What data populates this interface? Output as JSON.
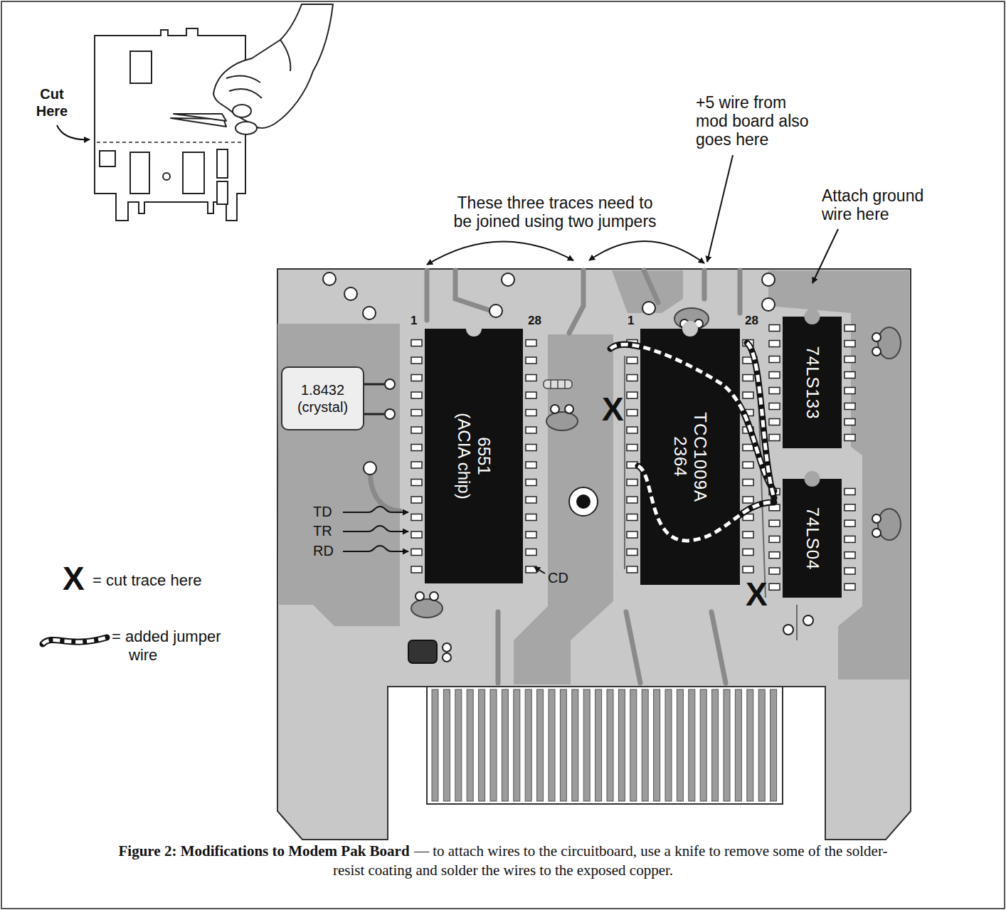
{
  "diagram": {
    "title": "Figure 2: Modifications to Modem Pak Board",
    "caption": "— to attach wires to the circuitboard, use a knife to remove some of the solder-resist coating and solder the wires to the exposed copper.",
    "nodes": [
      {
        "text": [
          "1.8432 (crystal)"
        ]
      },
      {
        "text": [
          "6551 (ACIA chip)"
        ]
      },
      {
        "text": [
          "TCC1009A 2364"
        ]
      },
      {
        "text": [
          "74LS133"
        ]
      },
      {
        "text": [
          "74LS04"
        ]
      }
    ],
    "labels": [
      "Cut Here",
      "+5 wire from mod board also goes here",
      "These three traces need to be joined using two jumpers",
      "Attach ground wire here",
      "1",
      "28",
      "1",
      "28",
      "X",
      "TD",
      "TR",
      "RD",
      "CD",
      "X",
      "X"
    ],
    "legend": [
      {
        "text": "= cut trace here"
      },
      {
        "text": "= added jumper wire"
      }
    ]
  }
}
